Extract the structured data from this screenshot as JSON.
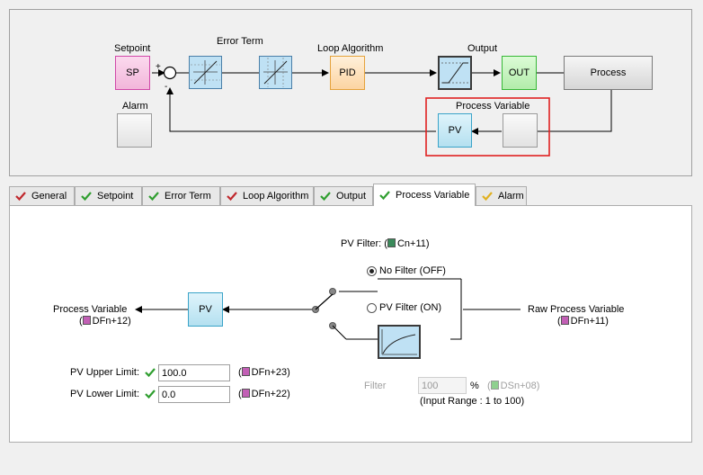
{
  "diagram": {
    "setpoint_label": "Setpoint",
    "sp_block": "SP",
    "error_term_label": "Error Term",
    "loop_algorithm_label": "Loop Algorithm",
    "pid_block": "PID",
    "output_label": "Output",
    "out_block": "OUT",
    "process_block": "Process",
    "alarm_label": "Alarm",
    "process_variable_label": "Process Variable",
    "pv_block": "PV",
    "summing_plus": "+",
    "summing_minus": "-"
  },
  "tabs": [
    {
      "label": "General",
      "status": "error"
    },
    {
      "label": "Setpoint",
      "status": "ok"
    },
    {
      "label": "Error Term",
      "status": "ok"
    },
    {
      "label": "Loop Algorithm",
      "status": "error"
    },
    {
      "label": "Output",
      "status": "ok"
    },
    {
      "label": "Process Variable",
      "status": "ok",
      "active": true
    },
    {
      "label": "Alarm",
      "status": "warning"
    }
  ],
  "pv_page": {
    "pv_filter_label": "PV Filter: (",
    "pv_filter_addr": "Cn+11)",
    "no_filter_label": "No Filter (OFF)",
    "pv_filter_on_label": "PV Filter (ON)",
    "no_filter_selected": true,
    "process_variable_label": "Process Variable",
    "process_variable_addr_open": "(",
    "process_variable_addr": "DFn+12)",
    "pv_block": "PV",
    "raw_pv_label": "Raw Process Variable",
    "raw_pv_addr_open": "(",
    "raw_pv_addr": "DFn+11)",
    "pv_upper_label": "PV Upper Limit:",
    "pv_upper_value": "100.0",
    "pv_upper_addr_open": "(",
    "pv_upper_addr": "DFn+23)",
    "pv_lower_label": "PV Lower Limit:",
    "pv_lower_value": "0.0",
    "pv_lower_addr_open": "(",
    "pv_lower_addr": "DFn+22)",
    "filter_label": "Filter",
    "filter_value": "100",
    "filter_unit": "%",
    "filter_addr_open": "(",
    "filter_addr": "DSn+08)",
    "input_range": "(Input Range : 1 to 100)"
  },
  "colors": {
    "ok": "#2f9e2f",
    "error": "#c0282d",
    "warning": "#e0b020",
    "sp_fill": "#f6c6e4",
    "sp_border": "#d048a8",
    "pid_fill": "#ffe2bd",
    "pid_border": "#e5a23c",
    "out_fill": "#c8f5c0",
    "out_border": "#36b836",
    "pv_fill": "#c6eaf6",
    "pv_border": "#3aa3c8",
    "highlight_border": "#e02020"
  }
}
